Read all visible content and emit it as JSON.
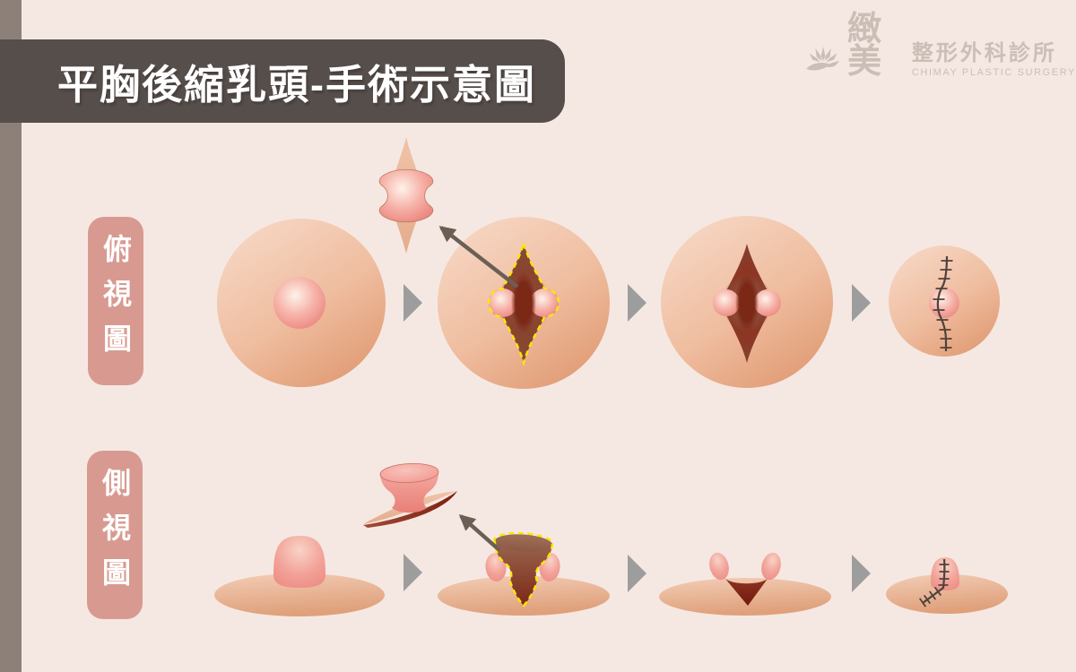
{
  "title": {
    "text": "平胸後縮乳頭-手術示意圖"
  },
  "logo": {
    "brand": "緻美",
    "clinic": "整形外科診所",
    "english": "CHIMAY PLASTIC SURGERY",
    "icon": "lotus-icon"
  },
  "rows": [
    {
      "label": "俯視圖",
      "view": "top-view",
      "stage_count": 4
    },
    {
      "label": "側視圖",
      "view": "side-view",
      "stage_count": 4
    }
  ],
  "icons": {
    "stage_separator": "triangle-right",
    "tissue_extraction": "arrow-up-left",
    "incision_outline": "yellow-dashed-line",
    "closure": "suture-line-with-ticks"
  },
  "colors": {
    "frame_bar": "#8C8078",
    "banner_bg": "#564E4B",
    "banner_text": "#FFFFFF",
    "background": "#F5E8E2",
    "pill_bg": "#D89A90",
    "pill_text": "#FFFFFF",
    "logo_gray": "#CBBEB7",
    "skin_light": "#F6D5C0",
    "skin_dark": "#E19C76",
    "nipple_highlight": "#FDF0E6",
    "nipple_pink": "#EE918A",
    "wound_brown": "#875138",
    "wound_red": "#8E2F1E",
    "wound_deep": "#77200F",
    "incision_dash": "#FFE600",
    "stage_arrow": "#9D9D9D",
    "extract_arrow": "#6B5E55",
    "suture": "#4E423D"
  }
}
